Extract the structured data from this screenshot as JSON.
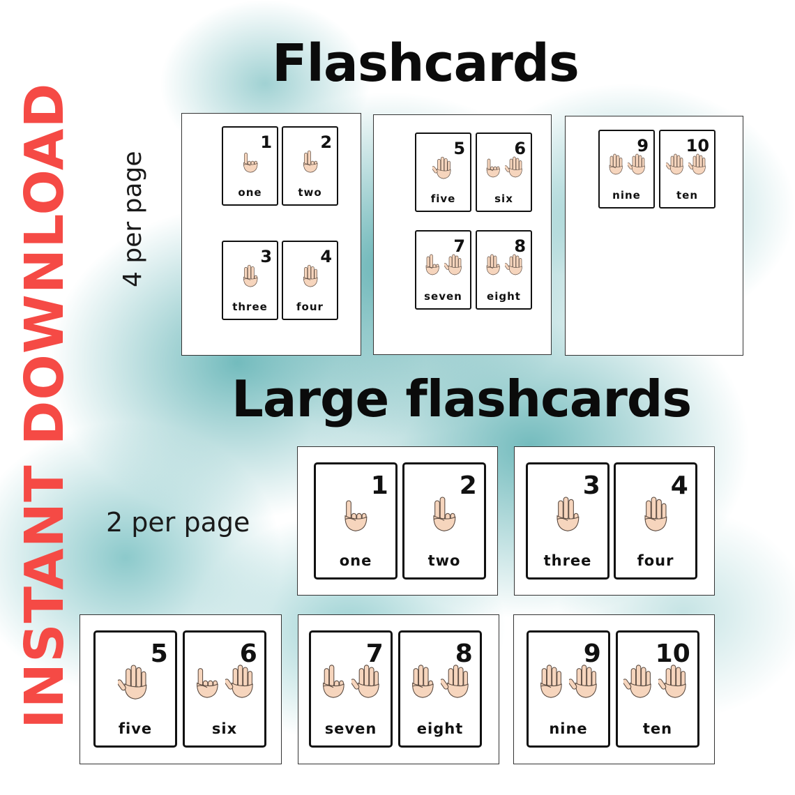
{
  "headings": {
    "flashcards": "Flashcards",
    "large_flashcards": "Large flashcards"
  },
  "side_banner": "INSTANT DOWNLOAD",
  "layout_labels": {
    "four_per_page": "4 per page",
    "two_per_page": "2 per page"
  },
  "colors": {
    "background_wash": "#6cb8ba",
    "banner": "#f54a45",
    "hand_fill": "#f6d5bd",
    "hand_outline": "#5a4a40"
  },
  "flashcards": [
    {
      "number": "1",
      "word": "one",
      "hands": [
        1
      ]
    },
    {
      "number": "2",
      "word": "two",
      "hands": [
        2
      ]
    },
    {
      "number": "3",
      "word": "three",
      "hands": [
        3
      ]
    },
    {
      "number": "4",
      "word": "four",
      "hands": [
        4
      ]
    },
    {
      "number": "5",
      "word": "five",
      "hands": [
        5
      ]
    },
    {
      "number": "6",
      "word": "six",
      "hands": [
        1,
        5
      ]
    },
    {
      "number": "7",
      "word": "seven",
      "hands": [
        2,
        5
      ]
    },
    {
      "number": "8",
      "word": "eight",
      "hands": [
        3,
        5
      ]
    },
    {
      "number": "9",
      "word": "nine",
      "hands": [
        4,
        5
      ]
    },
    {
      "number": "10",
      "word": "ten",
      "hands": [
        5,
        5
      ]
    }
  ]
}
